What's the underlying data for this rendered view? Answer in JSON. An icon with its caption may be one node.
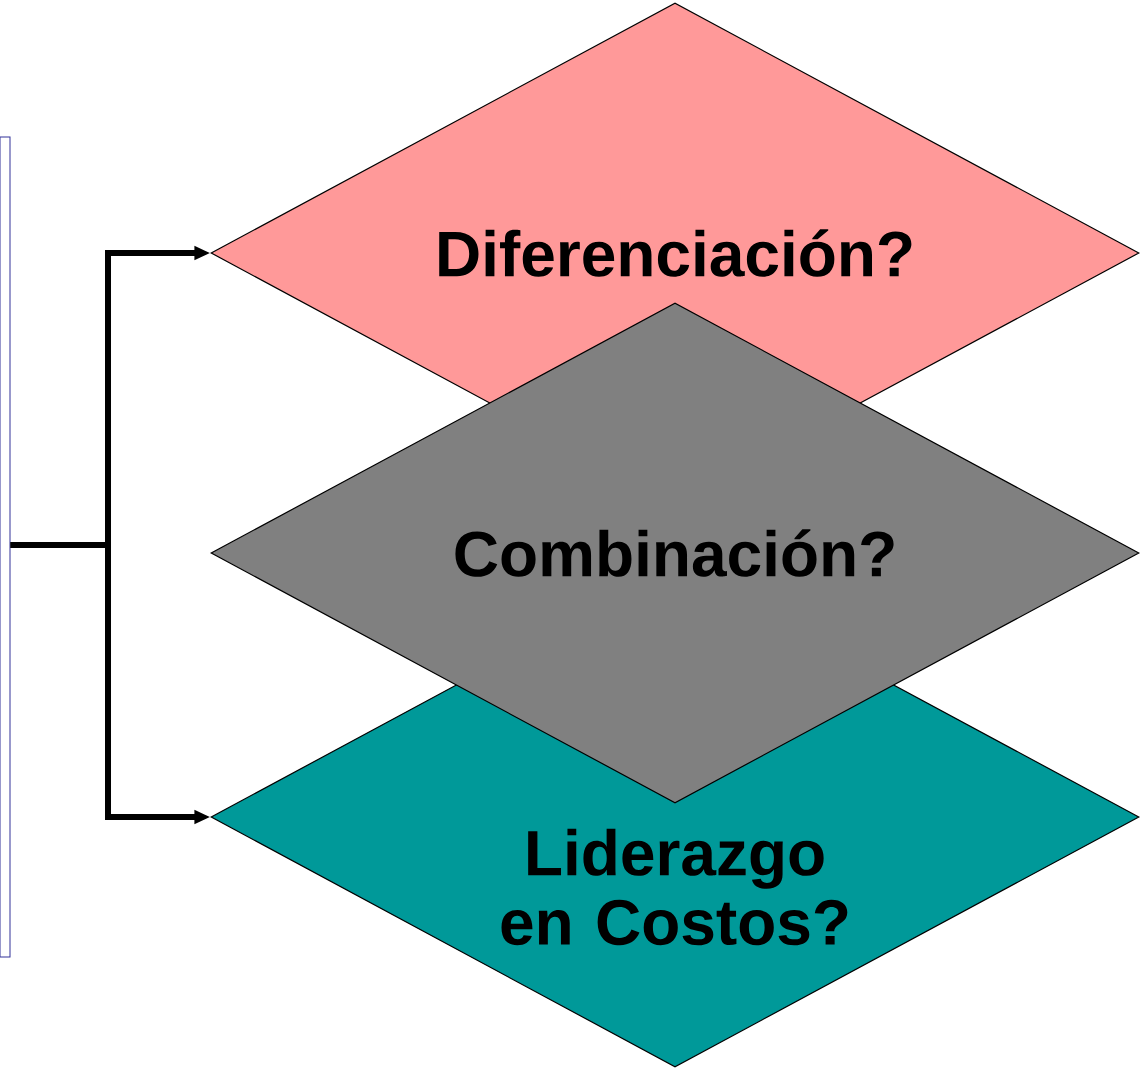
{
  "diagram": {
    "nodes": [
      {
        "text": [],
        "shape": "box"
      },
      {
        "text": [
          "Diferenciación?"
        ]
      },
      {
        "text": [
          "Combinación?"
        ]
      },
      {
        "text": [
          "Liderazgo en Costos?"
        ]
      }
    ],
    "edges": [
      {
        "from": 0,
        "to": 1,
        "arrow": "to"
      },
      {
        "from": 0,
        "to": 3,
        "arrow": "to"
      }
    ]
  }
}
